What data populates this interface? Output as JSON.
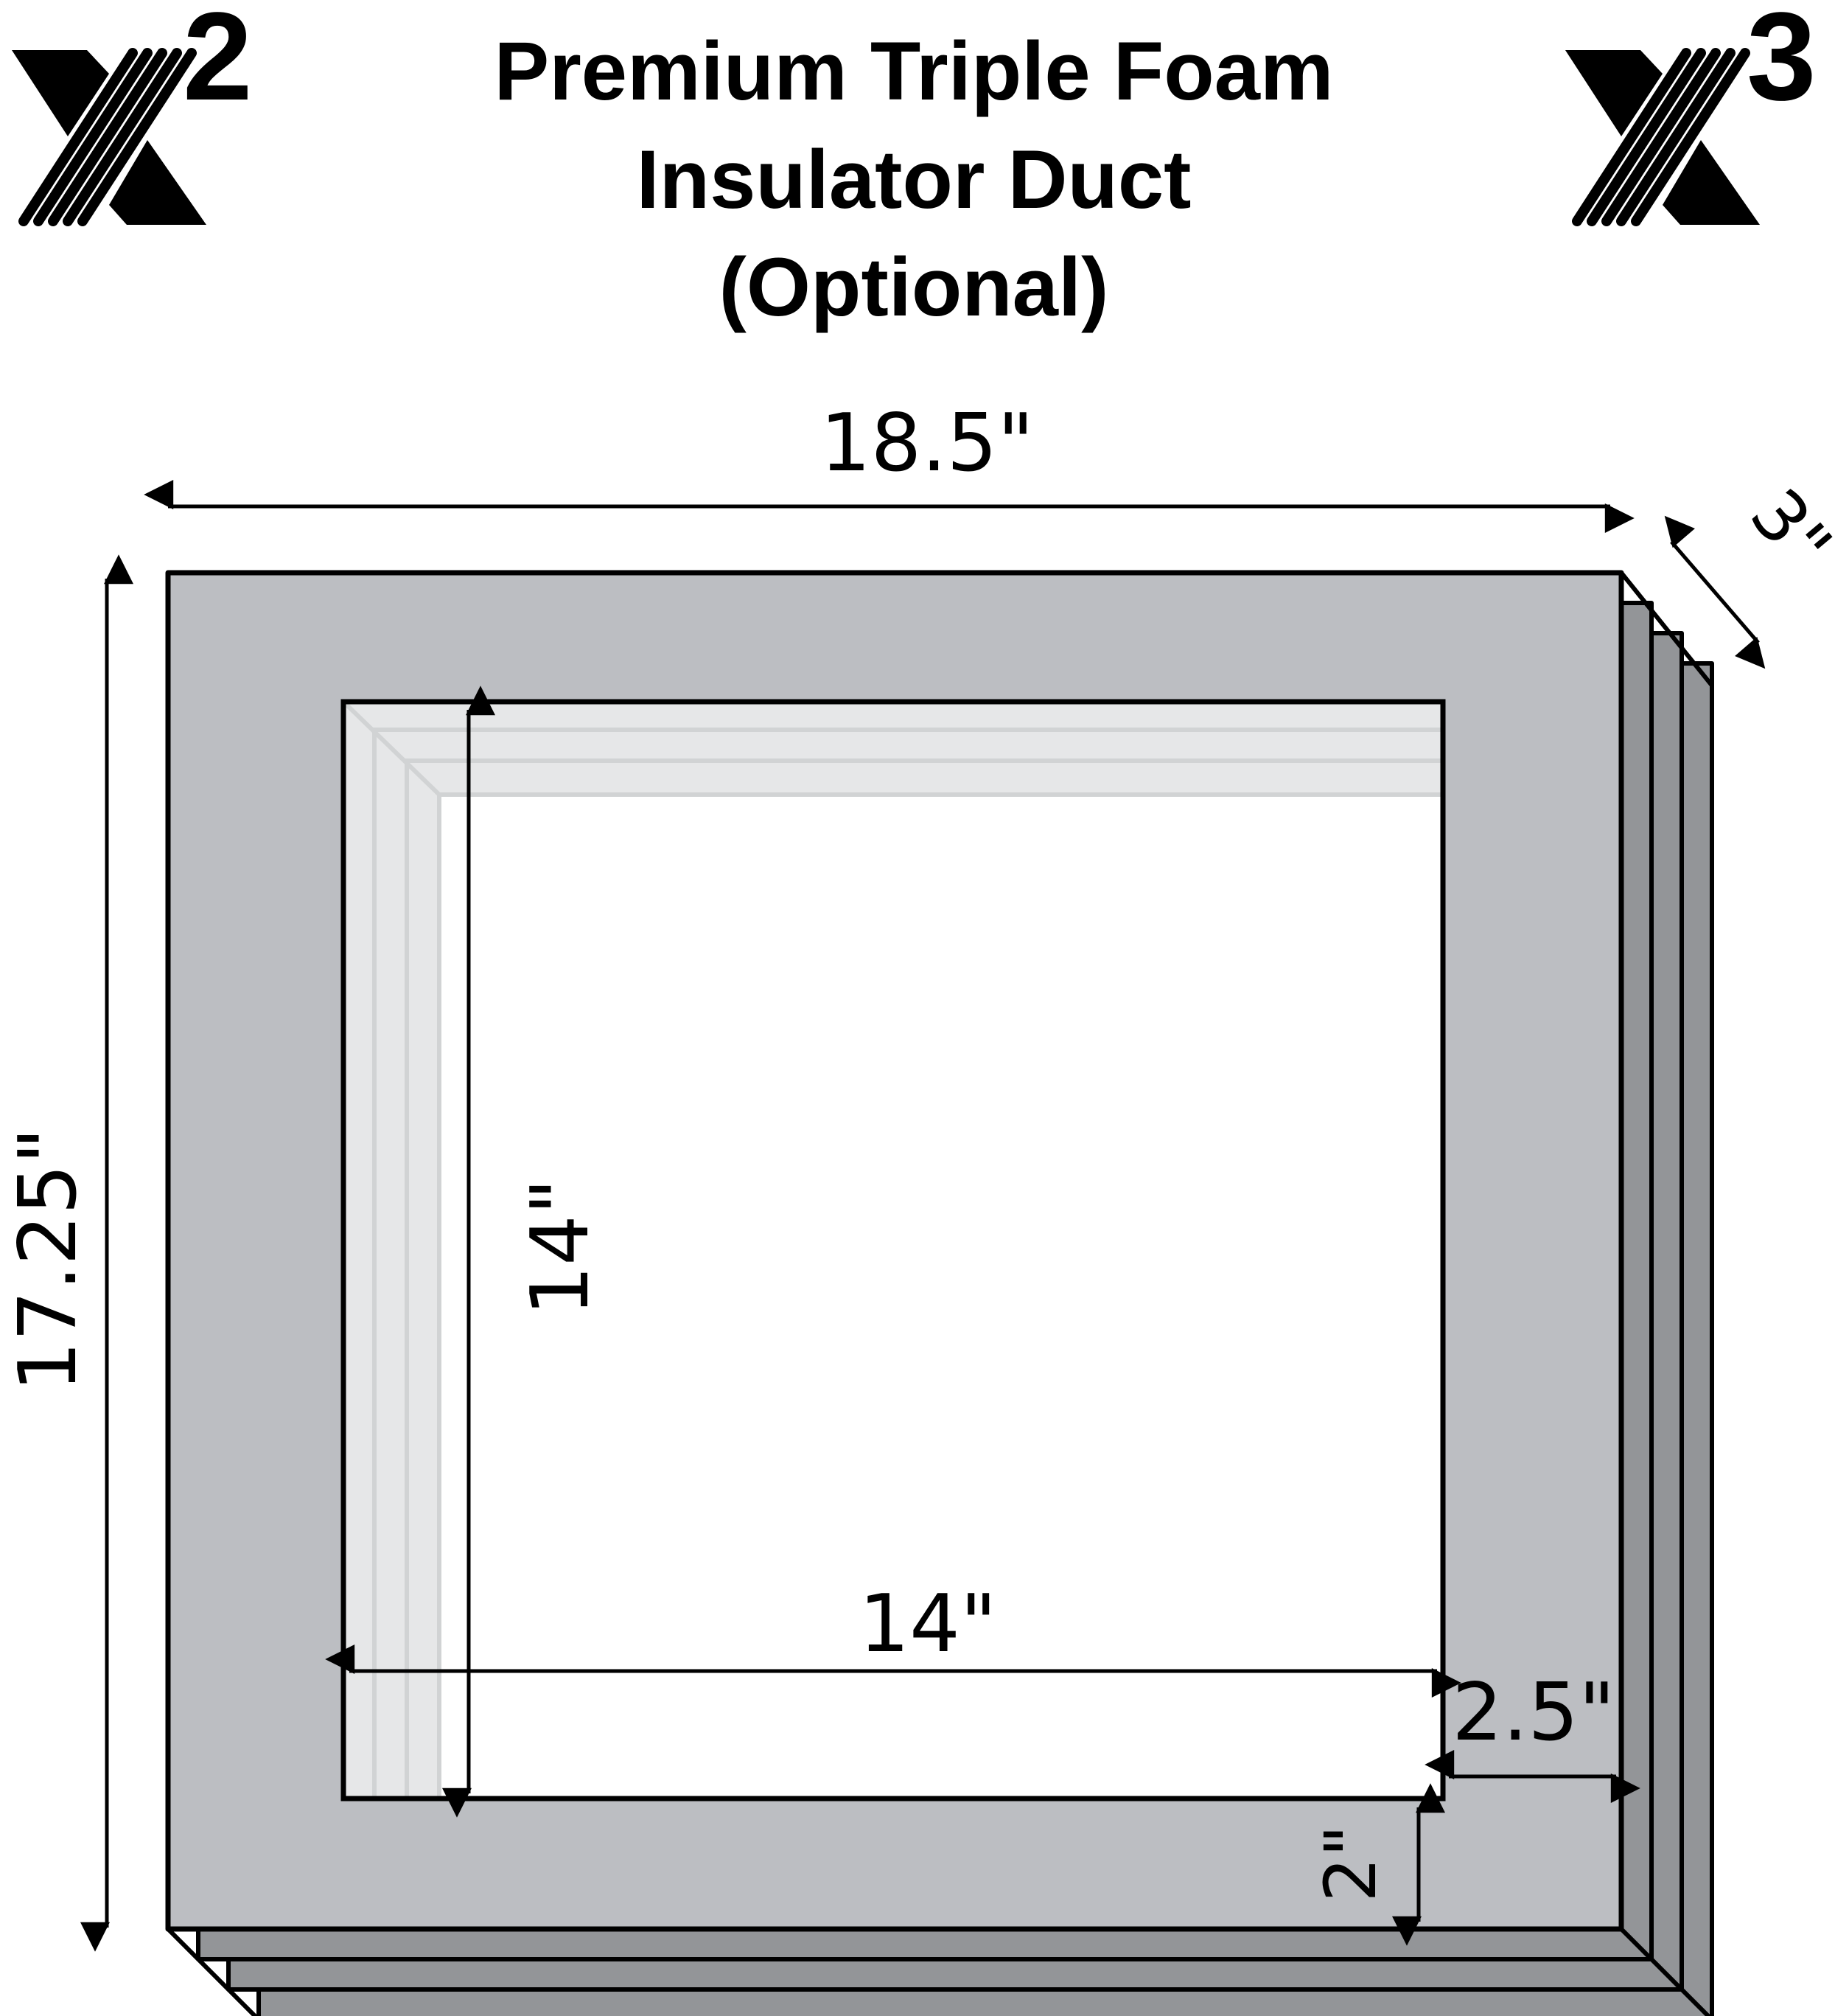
{
  "title": {
    "line1": "Premium Triple Foam",
    "line2": "Insulator Duct",
    "line3": "(Optional)"
  },
  "logos": {
    "left": {
      "name": "X2",
      "superscript": "2"
    },
    "right": {
      "name": "X3",
      "superscript": "3"
    }
  },
  "dimensions": {
    "outer_width": "18.5\"",
    "outer_height": "17.25\"",
    "inner_height": "14\"",
    "inner_width": "14\"",
    "side_frame": "2.5\"",
    "bottom_frame": "2\"",
    "depth": "3\""
  },
  "colors": {
    "face": "#bcbec2",
    "side": "#939598",
    "inner_shade": "#e6e7e8",
    "inner_line": "#d1d3d4",
    "outline": "#000000"
  }
}
